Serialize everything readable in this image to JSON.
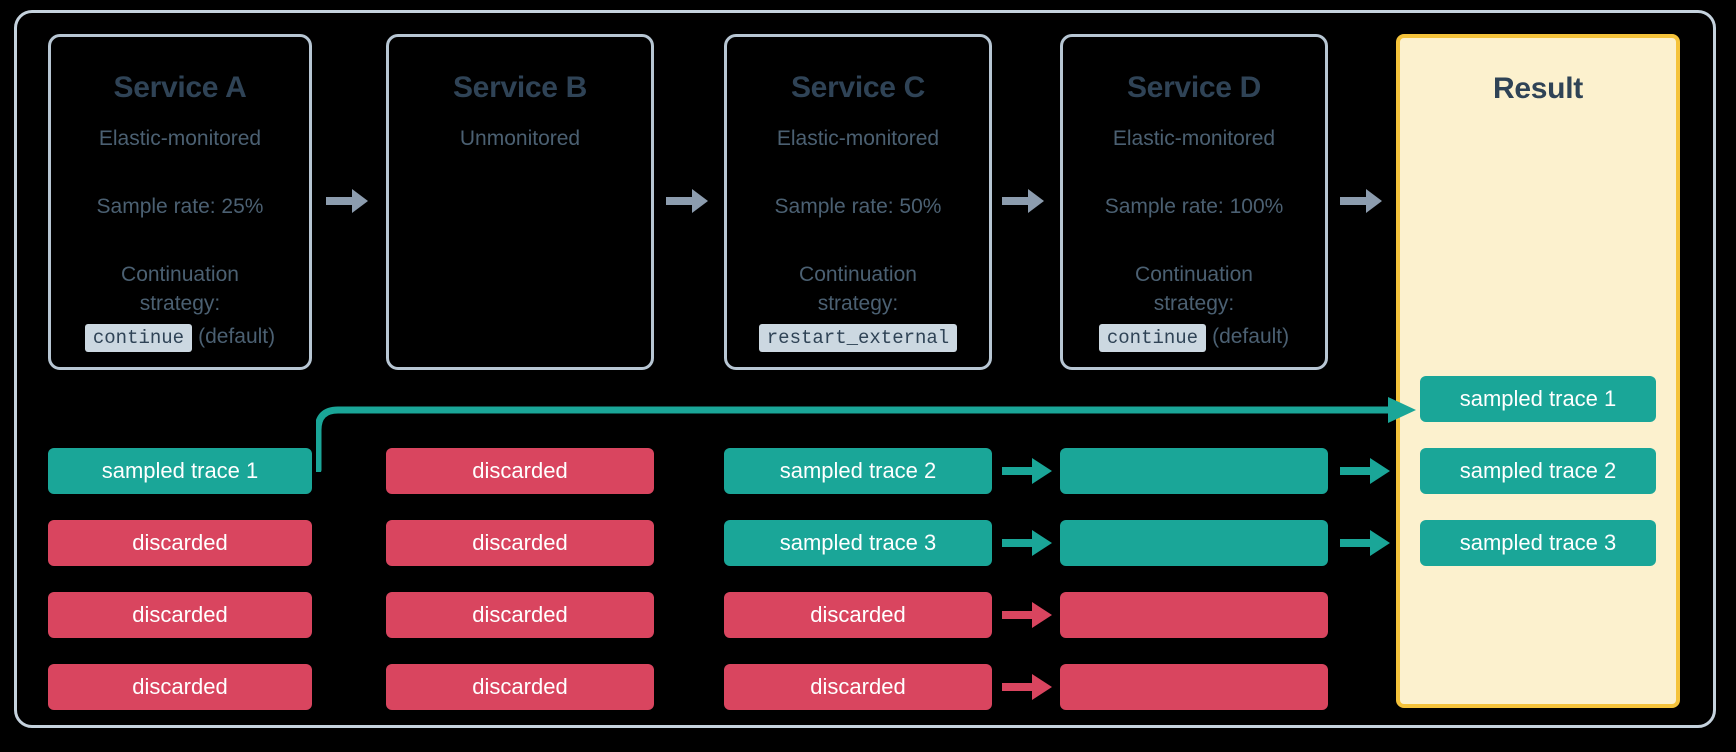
{
  "diagram": {
    "title": "Distributed tracing sampling flow",
    "type": "flow-diagram",
    "colors": {
      "sampled": "#1aa698",
      "discarded": "#d9455f",
      "result_border": "#f5c33b",
      "result_fill": "#fcf1ce",
      "box_border": "#b7c6d3",
      "text_dark": "#2f4356",
      "text_muted": "#4b6072",
      "arrow_grey": "#8c9cae",
      "background": "#000000"
    }
  },
  "services": [
    {
      "name": "Service A",
      "monitoring": "Elastic-monitored",
      "sample_rate": "Sample rate: 25%",
      "continuation_label": "Continuation strategy:",
      "strategy_code": "continue",
      "strategy_note": "(default)"
    },
    {
      "name": "Service B",
      "monitoring": "Unmonitored",
      "sample_rate": "",
      "continuation_label": "",
      "strategy_code": "",
      "strategy_note": ""
    },
    {
      "name": "Service C",
      "monitoring": "Elastic-monitored",
      "sample_rate": "Sample rate: 50%",
      "continuation_label": "Continuation strategy:",
      "strategy_code": "restart_external",
      "strategy_note": ""
    },
    {
      "name": "Service D",
      "monitoring": "Elastic-monitored",
      "sample_rate": "Sample rate: 100%",
      "continuation_label": "Continuation strategy:",
      "strategy_code": "continue",
      "strategy_note": "(default)"
    }
  ],
  "result": {
    "title": "Result",
    "traces": [
      {
        "label": "sampled trace 1",
        "state": "sampled"
      },
      {
        "label": "sampled trace 2",
        "state": "sampled"
      },
      {
        "label": "sampled trace 3",
        "state": "sampled"
      }
    ]
  },
  "columns": [
    {
      "service": "Service A",
      "bars": [
        {
          "label": "sampled trace 1",
          "state": "sampled"
        },
        {
          "label": "discarded",
          "state": "discarded"
        },
        {
          "label": "discarded",
          "state": "discarded"
        },
        {
          "label": "discarded",
          "state": "discarded"
        }
      ]
    },
    {
      "service": "Service B",
      "bars": [
        {
          "label": "discarded",
          "state": "discarded"
        },
        {
          "label": "discarded",
          "state": "discarded"
        },
        {
          "label": "discarded",
          "state": "discarded"
        },
        {
          "label": "discarded",
          "state": "discarded"
        }
      ]
    },
    {
      "service": "Service C",
      "bars": [
        {
          "label": "sampled trace 2",
          "state": "sampled"
        },
        {
          "label": "sampled trace 3",
          "state": "sampled"
        },
        {
          "label": "discarded",
          "state": "discarded"
        },
        {
          "label": "discarded",
          "state": "discarded"
        }
      ]
    },
    {
      "service": "Service D",
      "bars": [
        {
          "label": "",
          "state": "sampled"
        },
        {
          "label": "",
          "state": "sampled"
        },
        {
          "label": "",
          "state": "discarded"
        },
        {
          "label": "",
          "state": "discarded"
        }
      ]
    }
  ],
  "arrows": {
    "service_flow": [
      "a-to-b",
      "b-to-c",
      "c-to-d",
      "d-to-result"
    ],
    "trace_flow": [
      {
        "from": "c-row-1",
        "to": "d-row-1",
        "state": "sampled"
      },
      {
        "from": "c-row-2",
        "to": "d-row-2",
        "state": "sampled"
      },
      {
        "from": "c-row-3",
        "to": "d-row-3",
        "state": "discarded"
      },
      {
        "from": "c-row-4",
        "to": "d-row-4",
        "state": "discarded"
      },
      {
        "from": "d-row-1",
        "to": "result-row-2",
        "state": "sampled"
      },
      {
        "from": "d-row-2",
        "to": "result-row-3",
        "state": "sampled"
      },
      {
        "from": "a-row-1",
        "to": "result-row-1",
        "state": "sampled"
      }
    ]
  }
}
